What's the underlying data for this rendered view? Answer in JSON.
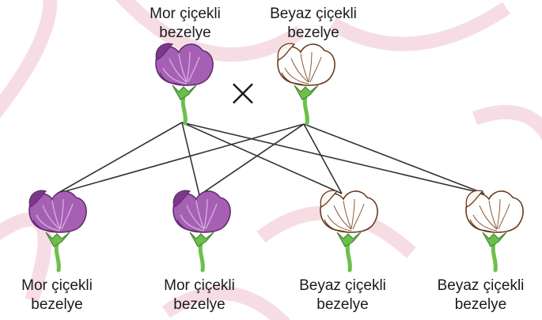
{
  "parents": [
    {
      "line1": "Mor çiçekli",
      "line2": "bezelye",
      "color": "purple"
    },
    {
      "line1": "Beyaz çiçekli",
      "line2": "bezelye",
      "color": "white"
    }
  ],
  "cross_symbol": "×",
  "offspring": [
    {
      "line1": "Mor çiçekli",
      "line2": "bezelye",
      "color": "purple"
    },
    {
      "line1": "Mor çiçekli",
      "line2": "bezelye",
      "color": "purple"
    },
    {
      "line1": "Beyaz çiçekli",
      "line2": "bezelye",
      "color": "white"
    },
    {
      "line1": "Beyaz çiçekli",
      "line2": "bezelye",
      "color": "white"
    }
  ],
  "colors": {
    "purple_petal": "#a560b4",
    "purple_dark": "#7a3a88",
    "purple_light": "#c28ccc",
    "white_petal": "#ffffff",
    "white_outline": "#6b3a1e",
    "stem_green": "#6cc04a",
    "line": "#333333",
    "watermark": "#f4d3dc"
  }
}
